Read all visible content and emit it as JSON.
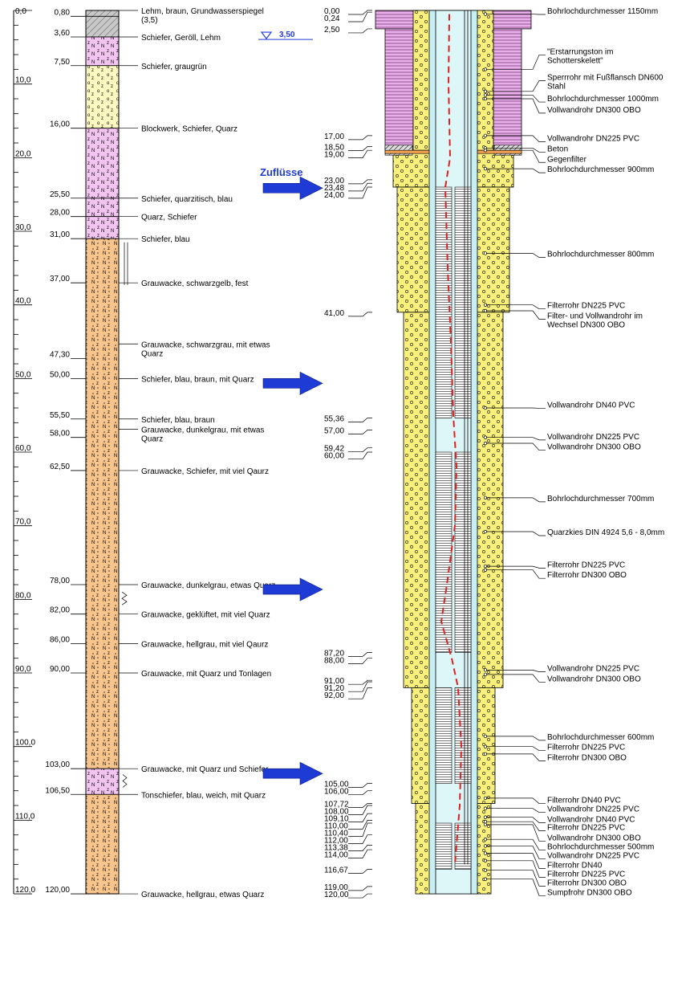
{
  "scale": {
    "ticks": [
      {
        "depth": 0,
        "label": "0,0"
      },
      {
        "depth": 10,
        "label": "10,0"
      },
      {
        "depth": 20,
        "label": "20,0"
      },
      {
        "depth": 30,
        "label": "30,0"
      },
      {
        "depth": 40,
        "label": "40,0"
      },
      {
        "depth": 50,
        "label": "50,0"
      },
      {
        "depth": 60,
        "label": "60,0"
      },
      {
        "depth": 70,
        "label": "70,0"
      },
      {
        "depth": 80,
        "label": "80,0"
      },
      {
        "depth": 90,
        "label": "90,0"
      },
      {
        "depth": 100,
        "label": "100,0"
      },
      {
        "depth": 110,
        "label": "110,0"
      },
      {
        "depth": 120,
        "label": "120,0"
      }
    ]
  },
  "groundwater": {
    "label": "3,50",
    "depth": 3.5
  },
  "inflow_label": "Zuflüsse",
  "inflow_depths": [
    23.48,
    50.0,
    78.0,
    103.0
  ],
  "layers": [
    {
      "top": 0.0,
      "bottom": 0.8,
      "type": "fill"
    },
    {
      "top": 0.8,
      "bottom": 3.6,
      "type": "fill"
    },
    {
      "top": 3.6,
      "bottom": 7.5,
      "type": "schiefer"
    },
    {
      "top": 7.5,
      "bottom": 16.0,
      "type": "block"
    },
    {
      "top": 16.0,
      "bottom": 25.5,
      "type": "schiefer"
    },
    {
      "top": 25.5,
      "bottom": 28.0,
      "type": "schiefer"
    },
    {
      "top": 28.0,
      "bottom": 31.0,
      "type": "schiefer"
    },
    {
      "top": 31.0,
      "bottom": 103.0,
      "type": "grauwacke"
    },
    {
      "top": 103.0,
      "bottom": 106.5,
      "type": "schiefer"
    },
    {
      "top": 106.5,
      "bottom": 120.0,
      "type": "grauwacke"
    }
  ],
  "strata": [
    {
      "depth": 0.8,
      "depth_label": "0,80",
      "desc": [
        "Lehm, braun, Grundwasserspiegel",
        "(3,5)"
      ],
      "desc_depth": 0.0
    },
    {
      "depth": 3.6,
      "depth_label": "3,60",
      "desc": [
        "Schiefer, Geröll, Lehm"
      ],
      "desc_depth": 3.6
    },
    {
      "depth": 7.5,
      "depth_label": "7,50",
      "desc": [
        "Schiefer, graugrün"
      ],
      "desc_depth": 7.5
    },
    {
      "depth": 16.0,
      "depth_label": "16,00",
      "desc": [
        "Blockwerk, Schiefer, Quarz"
      ],
      "desc_depth": 16.0
    },
    {
      "depth": 25.5,
      "depth_label": "25,50",
      "desc": [
        "Schiefer, quarzitisch, blau"
      ],
      "desc_depth": 25.5
    },
    {
      "depth": 28.0,
      "depth_label": "28,00",
      "desc": [
        "Quarz, Schiefer"
      ],
      "desc_depth": 28.0
    },
    {
      "depth": 31.0,
      "depth_label": "31,00",
      "desc": [
        "Schiefer, blau"
      ],
      "desc_depth": 31.0
    },
    {
      "depth": 37.0,
      "depth_label": "37,00",
      "desc": [
        "Grauwacke, schwarzgelb, fest"
      ],
      "desc_depth": 37.0
    },
    {
      "depth": 47.3,
      "depth_label": "47,30",
      "desc": [
        "Grauwacke, schwarzgrau, mit etwas",
        "Quarz"
      ],
      "desc_depth": 45.3
    },
    {
      "depth": 50.0,
      "depth_label": "50,00",
      "desc": [
        "Schiefer, blau, braun, mit Quarz"
      ],
      "desc_depth": 50.0
    },
    {
      "depth": 55.5,
      "depth_label": "55,50",
      "desc": [
        "Schiefer, blau, braun"
      ],
      "desc_depth": 55.5
    },
    {
      "depth": 58.0,
      "depth_label": "58,00",
      "desc": [
        "Grauwacke, dunkelgrau, mit etwas",
        "Quarz"
      ],
      "desc_depth": 56.9
    },
    {
      "depth": 62.5,
      "depth_label": "62,50",
      "desc": [
        "Grauwacke, Schiefer, mit viel Qaurz"
      ],
      "desc_depth": 62.5
    },
    {
      "depth": 78.0,
      "depth_label": "78,00",
      "desc": [
        "Grauwacke, dunkelgrau, etwas Quarz"
      ],
      "desc_depth": 78.0
    },
    {
      "depth": 82.0,
      "depth_label": "82,00",
      "desc": [
        "Grauwacke, geklüftet, mit viel Quarz"
      ],
      "desc_depth": 82.0
    },
    {
      "depth": 86.0,
      "depth_label": "86,00",
      "desc": [
        "Grauwacke, hellgrau, mit viel Qaurz"
      ],
      "desc_depth": 86.0
    },
    {
      "depth": 90.0,
      "depth_label": "90,00",
      "desc": [
        "Grauwacke, mit Quarz und Tonlagen"
      ],
      "desc_depth": 90.0
    },
    {
      "depth": 103.0,
      "depth_label": "103,00",
      "desc": [
        "Grauwacke, mit Quarz und Schiefer"
      ],
      "desc_depth": 103.0
    },
    {
      "depth": 106.5,
      "depth_label": "106,50",
      "desc": [
        "Tonschiefer, blau, weich, mit Quarz"
      ],
      "desc_depth": 106.5
    },
    {
      "depth": 120.0,
      "depth_label": "120,00",
      "desc": [
        "Grauwacke, hellgrau, etwas Quarz"
      ],
      "desc_depth": 120.0
    }
  ],
  "well_depths": [
    {
      "depth": 0.0,
      "label": "0,00"
    },
    {
      "depth": 0.24,
      "label": "0,24"
    },
    {
      "depth": 2.5,
      "label": "2,50"
    },
    {
      "depth": 17.0,
      "label": "17,00"
    },
    {
      "depth": 18.5,
      "label": "18,50"
    },
    {
      "depth": 19.0,
      "label": "19,00"
    },
    {
      "depth": 23.0,
      "label": "23,00"
    },
    {
      "depth": 23.48,
      "label": "23,48"
    },
    {
      "depth": 24.0,
      "label": "24,00"
    },
    {
      "depth": 41.0,
      "label": "41,00"
    },
    {
      "depth": 55.36,
      "label": "55,36"
    },
    {
      "depth": 57.0,
      "label": "57,00"
    },
    {
      "depth": 59.42,
      "label": "59,42"
    },
    {
      "depth": 60.0,
      "label": "60,00"
    },
    {
      "depth": 87.2,
      "label": "87,20"
    },
    {
      "depth": 88.0,
      "label": "88,00"
    },
    {
      "depth": 91.0,
      "label": "91,00"
    },
    {
      "depth": 91.2,
      "label": "91,20"
    },
    {
      "depth": 92.0,
      "label": "92,00"
    },
    {
      "depth": 105.0,
      "label": "105,00"
    },
    {
      "depth": 106.0,
      "label": "106,00"
    },
    {
      "depth": 107.72,
      "label": "107,72"
    },
    {
      "depth": 108.0,
      "label": "108,00"
    },
    {
      "depth": 109.1,
      "label": "109,10"
    },
    {
      "depth": 110.0,
      "label": "110,00"
    },
    {
      "depth": 110.4,
      "label": "110,40"
    },
    {
      "depth": 112.0,
      "label": "112,00"
    },
    {
      "depth": 113.38,
      "label": "113,38"
    },
    {
      "depth": 114.0,
      "label": "114,00"
    },
    {
      "depth": 116.67,
      "label": "116,67"
    },
    {
      "depth": 119.0,
      "label": "119,00"
    },
    {
      "depth": 120.0,
      "label": "120,00"
    }
  ],
  "annotations": [
    {
      "lines": [
        "Bohrlochdurchmesser 1150mm"
      ],
      "depth": 0.0,
      "target": 0.5
    },
    {
      "lines": [
        "\"Erstarrungston im",
        "Schotterskelett\""
      ],
      "depth": 5.5,
      "target": 8.0
    },
    {
      "lines": [
        "Sperrrohr mit Fußflansch DN600",
        "Stahl"
      ],
      "depth": 9.0,
      "target": 11.0
    },
    {
      "lines": [
        "Bohrlochdurchmesser 1000mm"
      ],
      "depth": 11.9,
      "target": 11.5
    },
    {
      "lines": [
        "Vollwandrohr DN300 OBO"
      ],
      "depth": 13.4,
      "target": 12.0
    },
    {
      "lines": [
        "Vollwandrohr DN225 PVC"
      ],
      "depth": 17.3,
      "target": 17.0
    },
    {
      "lines": [
        "Beton"
      ],
      "depth": 18.7,
      "target": 18.7
    },
    {
      "lines": [
        "Gegenfilter"
      ],
      "depth": 20.1,
      "target": 19.0
    },
    {
      "lines": [
        "Bohrlochdurchmesser 900mm"
      ],
      "depth": 21.5,
      "target": 21.5
    },
    {
      "lines": [
        "Bohrlochdurchmesser 800mm"
      ],
      "depth": 33.0,
      "target": 33.0
    },
    {
      "lines": [
        "Filterrohr DN225 PVC"
      ],
      "depth": 40.0,
      "target": 40.0
    },
    {
      "lines": [
        "Filter- und Vollwandrohr im",
        "Wechsel DN300 OBO"
      ],
      "depth": 41.4,
      "target": 40.8
    },
    {
      "lines": [
        "Vollwandrohr DN40 PVC"
      ],
      "depth": 53.5,
      "target": 54.0
    },
    {
      "lines": [
        "Vollwandrohr DN225 PVC"
      ],
      "depth": 57.8,
      "target": 58.0
    },
    {
      "lines": [
        "Vollwandrohr DN300 OBO"
      ],
      "depth": 59.2,
      "target": 58.8
    },
    {
      "lines": [
        "Bohrlochdurchmesser 700mm"
      ],
      "depth": 66.2,
      "target": 66.2
    },
    {
      "lines": [
        "Quarzkies DIN 4924 5,6 - 8,0mm"
      ],
      "depth": 70.8,
      "target": 70.8
    },
    {
      "lines": [
        "Filterrohr DN225 PVC"
      ],
      "depth": 75.2,
      "target": 75.5
    },
    {
      "lines": [
        "Filterrohr DN300 OBO"
      ],
      "depth": 76.6,
      "target": 76.0
    },
    {
      "lines": [
        "Vollwandrohr DN225 PVC"
      ],
      "depth": 89.3,
      "target": 89.6
    },
    {
      "lines": [
        "Vollwandrohr DN300 OBO"
      ],
      "depth": 90.7,
      "target": 90.2
    },
    {
      "lines": [
        "Bohrlochdurchmesser 600mm"
      ],
      "depth": 98.6,
      "target": 98.6
    },
    {
      "lines": [
        "Filterrohr DN225 PVC"
      ],
      "depth": 100.0,
      "target": 100.0
    },
    {
      "lines": [
        "Filterrohr DN300 OBO"
      ],
      "depth": 101.4,
      "target": 101.0
    },
    {
      "lines": [
        "Filterrohr DN40 PVC"
      ],
      "depth": 107.2,
      "target": 107.0
    },
    {
      "lines": [
        "Vollwandrohr DN225 PVC"
      ],
      "depth": 108.4,
      "target": 108.4
    },
    {
      "lines": [
        "Vollwandrohr DN40 PVC"
      ],
      "depth": 109.8,
      "target": 109.6
    },
    {
      "lines": [
        "Filterrohr DN225 PVC"
      ],
      "depth": 110.9,
      "target": 110.2
    },
    {
      "lines": [
        "Vollwandrohr DN300 OBO"
      ],
      "depth": 112.3,
      "target": 110.6
    },
    {
      "lines": [
        "Bohrlochdurchmesser 500mm"
      ],
      "depth": 113.5,
      "target": 112.6
    },
    {
      "lines": [
        "Vollwandrohr DN225 PVC"
      ],
      "depth": 114.7,
      "target": 113.5
    },
    {
      "lines": [
        "Filterrohr DN40"
      ],
      "depth": 116.0,
      "target": 114.5
    },
    {
      "lines": [
        "Filterrohr DN225 PVC"
      ],
      "depth": 117.2,
      "target": 115.5
    },
    {
      "lines": [
        "Filterrohr DN300 OBO"
      ],
      "depth": 118.4,
      "target": 116.8
    },
    {
      "lines": [
        "Sumpfrohr DN300 OBO"
      ],
      "depth": 119.7,
      "target": 118.0
    }
  ],
  "colors": {
    "schiefer": "#f2c4f0",
    "block": "#fbf8c0",
    "grauwacke": "#f7c48c",
    "fill": "#c8c8c8",
    "gravel": "#f8f07a",
    "casing": "#c8f0f4",
    "seal": "#e8b0e8",
    "arrow": "#1f3bd6",
    "curve": "#e02020"
  }
}
